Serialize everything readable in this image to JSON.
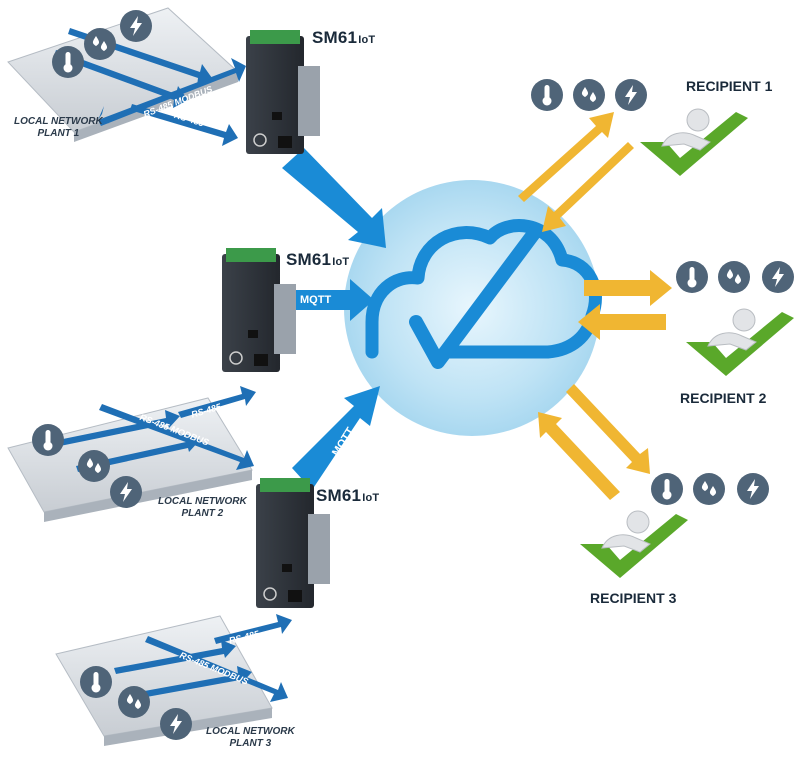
{
  "devices": [
    {
      "name": "SM61",
      "sub": "IoT"
    },
    {
      "name": "SM61",
      "sub": "IoT"
    },
    {
      "name": "SM61",
      "sub": "IoT"
    }
  ],
  "plants": [
    {
      "line1": "LOCAL NETWORK",
      "line2": "PLANT 1"
    },
    {
      "line1": "LOCAL NETWORK",
      "line2": "PLANT 2"
    },
    {
      "line1": "LOCAL NETWORK",
      "line2": "PLANT 3"
    }
  ],
  "protocols": {
    "mqtt": "MQTT",
    "rs485_modbus": "RS-485 MODBUS",
    "rs485": "RS-485"
  },
  "recipients": [
    "RECIPIENT 1",
    "RECIPIENT 2",
    "RECIPIENT 3"
  ],
  "sensor_icons": [
    "thermometer-icon",
    "water-drops-icon",
    "lightning-icon"
  ],
  "colors": {
    "cloud_glow": "#bfe3f5",
    "cloud_outline": "#1a8bd6",
    "arrow_blue": "#1f6fb5",
    "arrow_yellow": "#f0b632",
    "icon_circle": "#4f6478",
    "device_body": "#2c3138",
    "terminal_green": "#3c9a4a",
    "checkmark_green": "#5aa82a"
  }
}
